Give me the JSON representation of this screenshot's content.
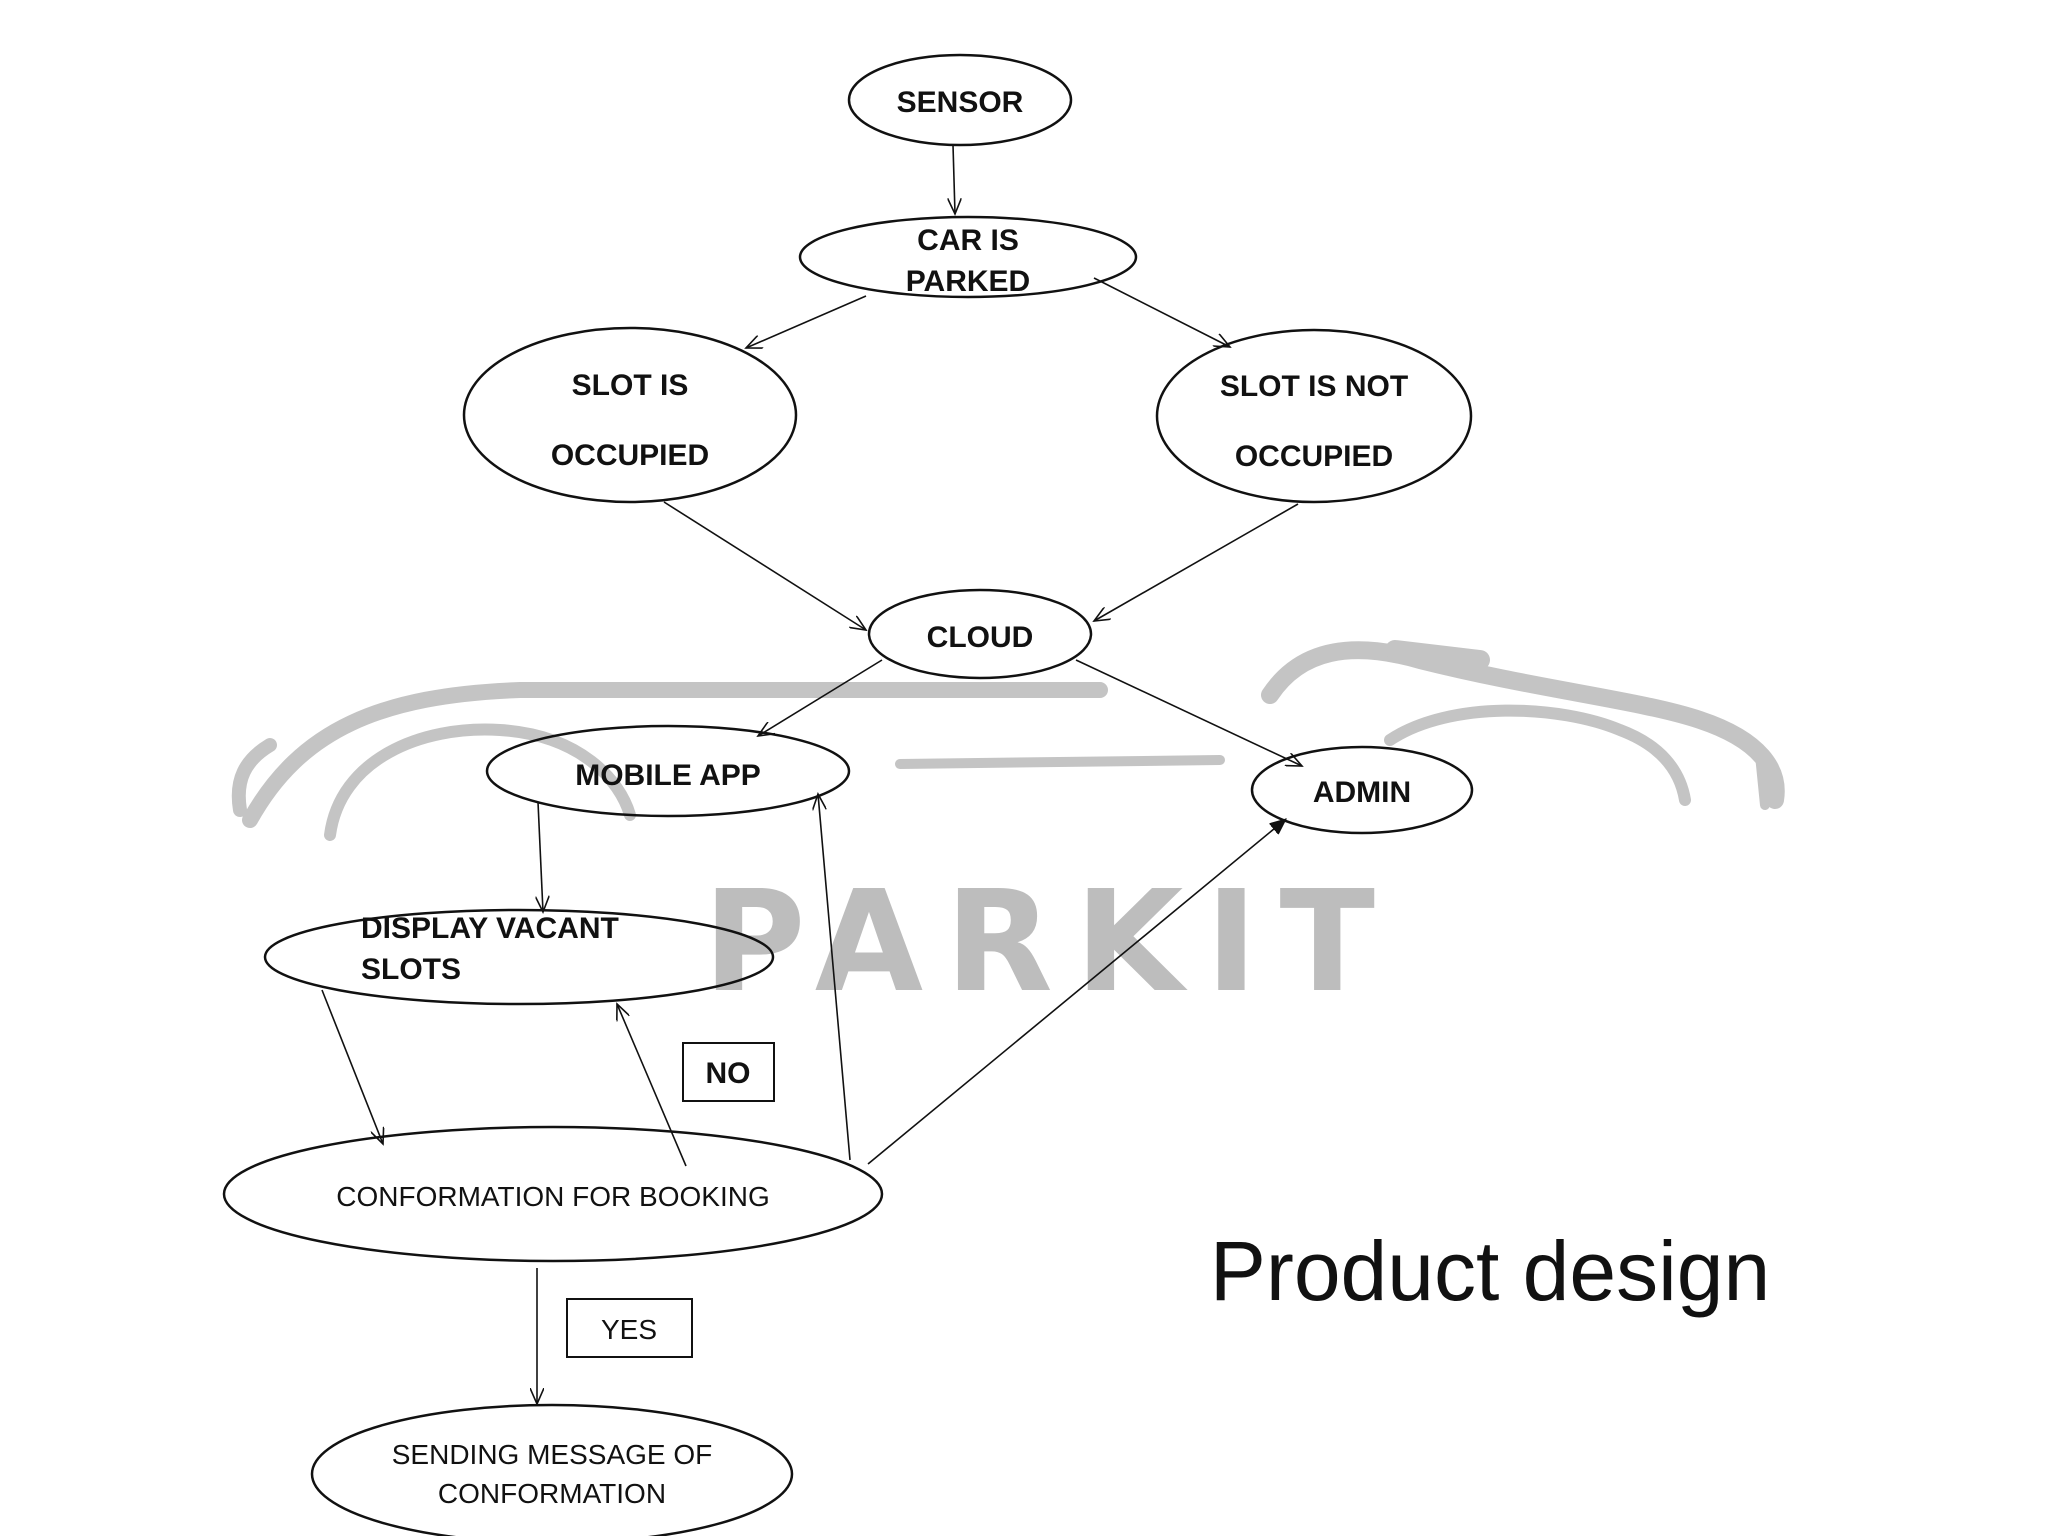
{
  "watermark": {
    "brand_text": "PARKIT",
    "color": "#bdbdbd"
  },
  "title": "Product design",
  "nodes": {
    "sensor": "SENSOR",
    "car_parked": [
      "CAR IS",
      "PARKED"
    ],
    "slot_occupied": [
      "SLOT IS",
      "OCCUPIED"
    ],
    "slot_not_occupied": [
      "SLOT IS NOT",
      "OCCUPIED"
    ],
    "cloud": "CLOUD",
    "mobile_app": "MOBILE APP",
    "admin": "ADMIN",
    "display_vacant": [
      "DISPLAY VACANT",
      "SLOTS"
    ],
    "confirmation": "CONFORMATION FOR BOOKING",
    "sending_message": [
      "SENDING MESSAGE OF",
      "CONFORMATION"
    ]
  },
  "labels": {
    "no": "NO",
    "yes": "YES"
  },
  "colors": {
    "stroke": "#111111",
    "watermark": "#bdbdbd"
  }
}
